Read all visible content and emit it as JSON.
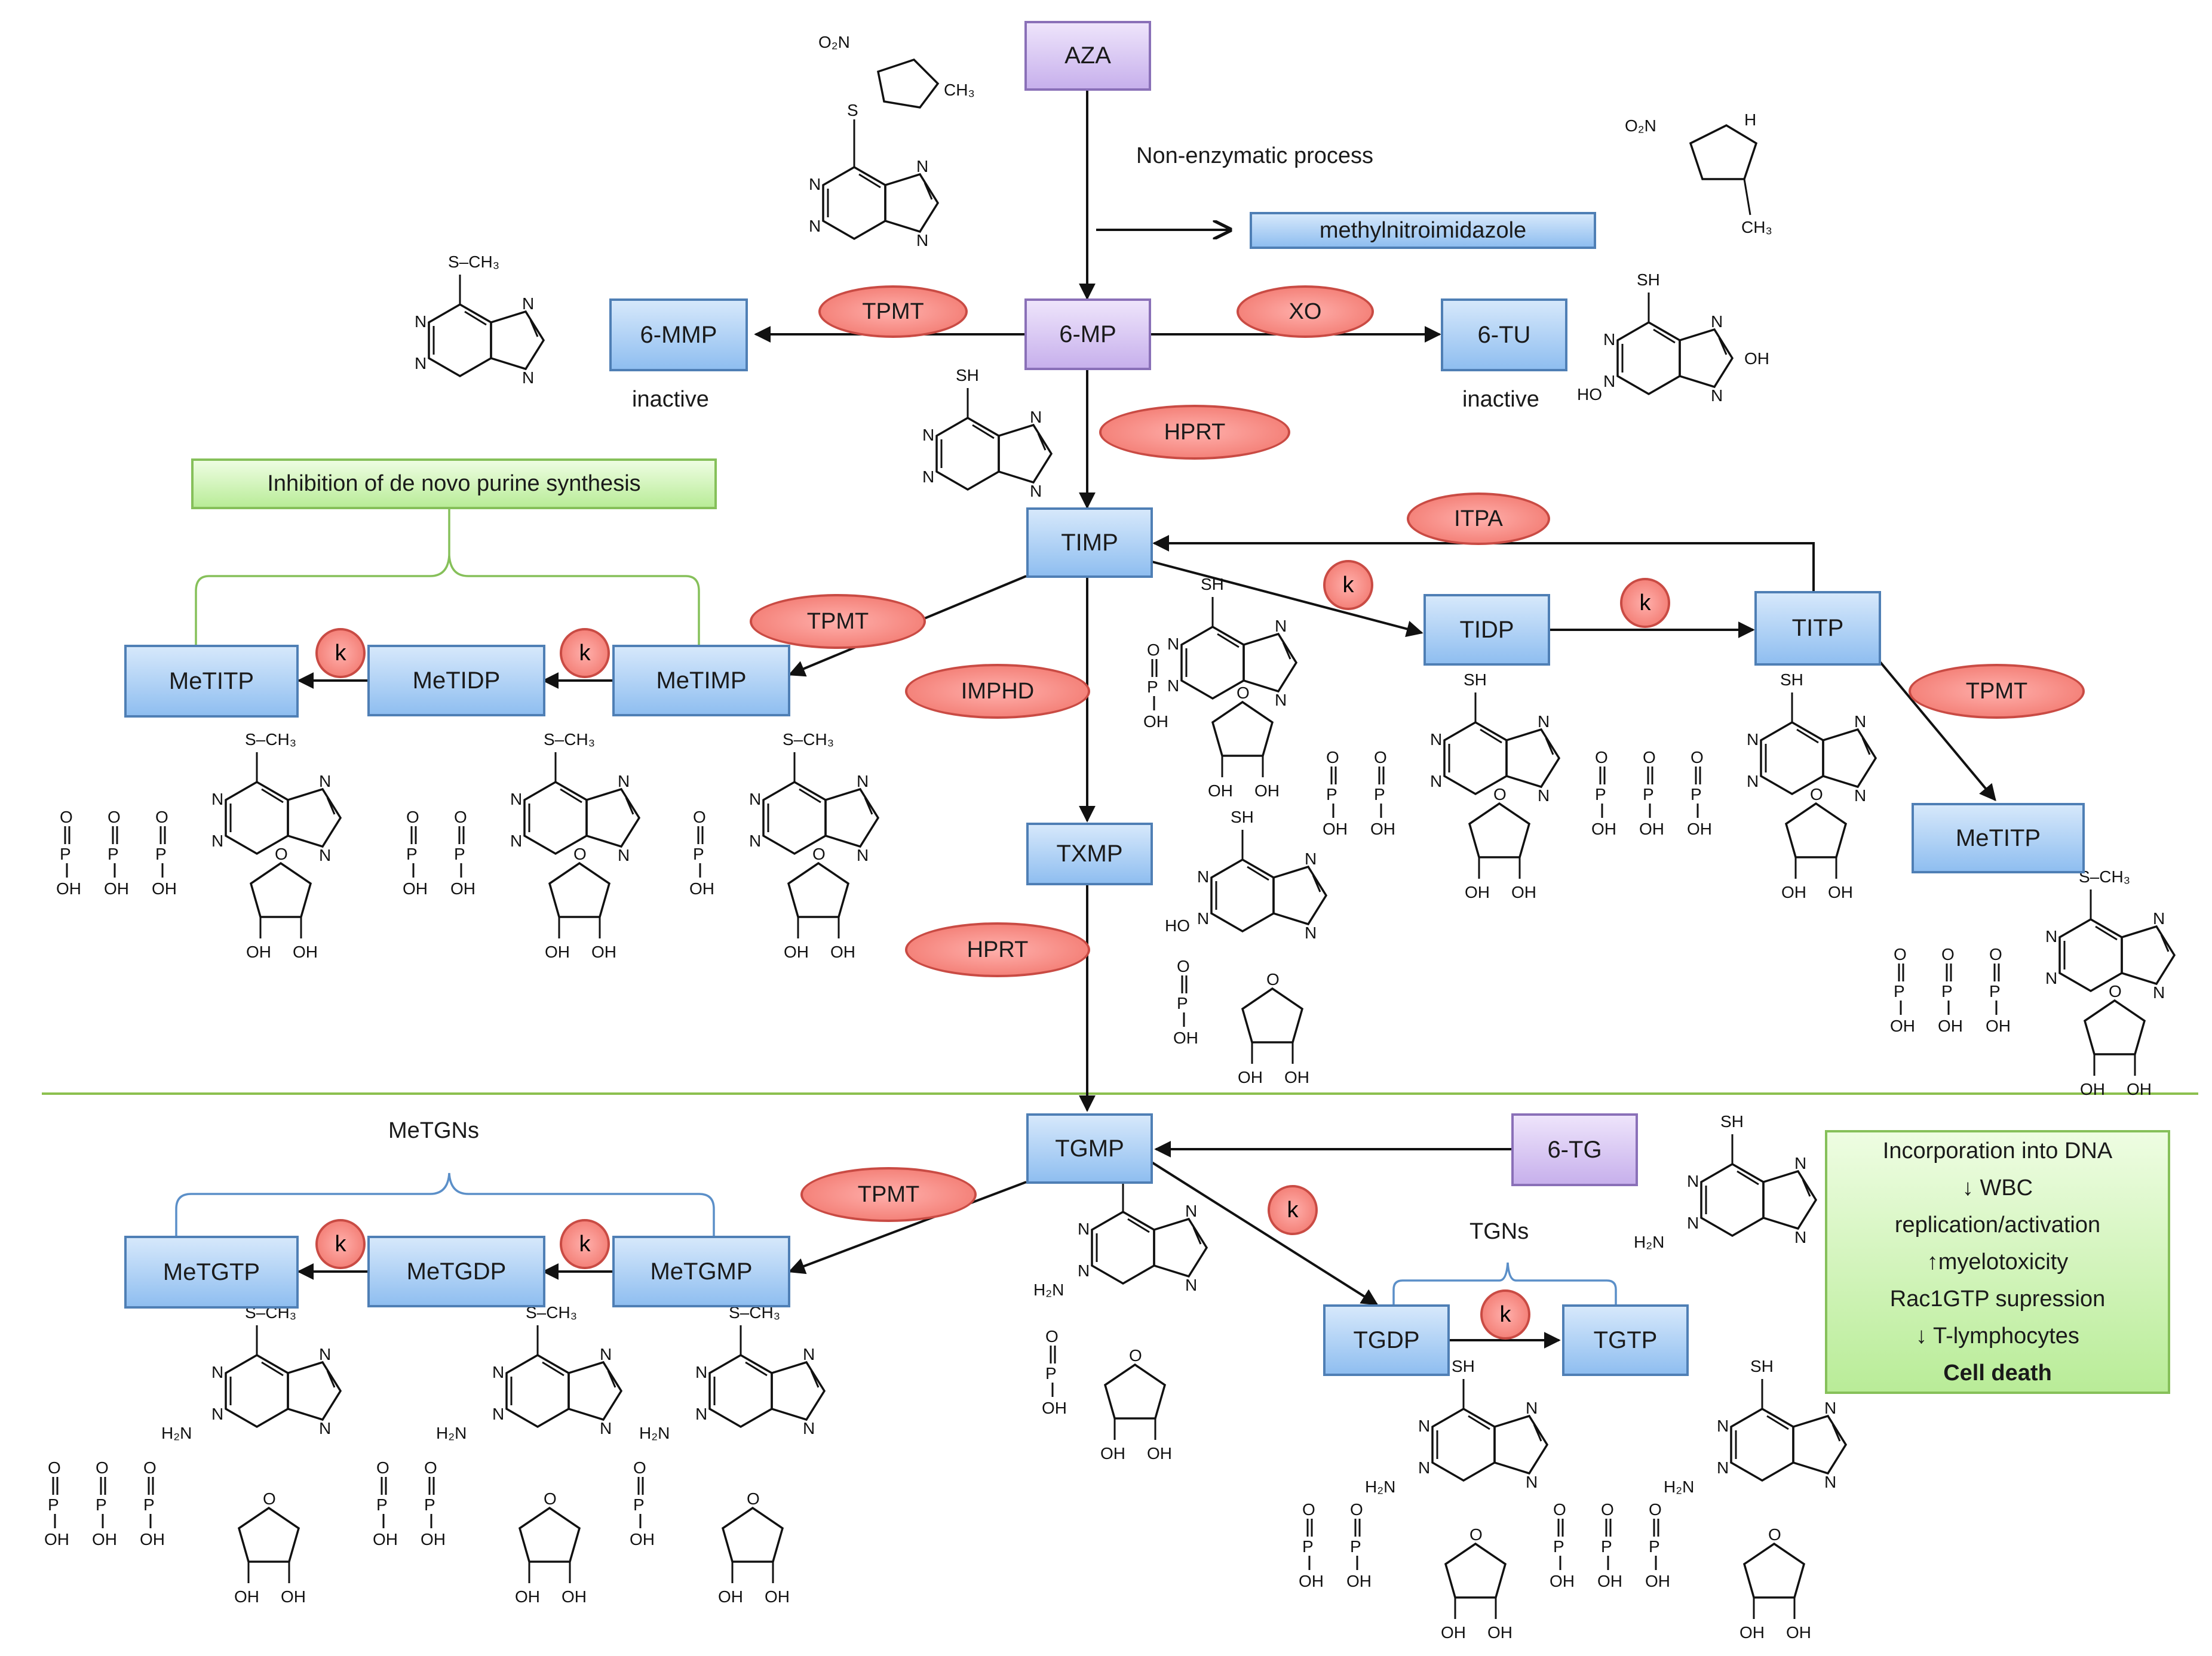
{
  "nodes": {
    "aza": "AZA",
    "mp6": "6-MP",
    "mmp6": "6-MMP",
    "tu6": "6-TU",
    "timp": "TIMP",
    "tidp": "TIDP",
    "titp": "TITP",
    "metitp_right": "MeTITP",
    "metimp": "MeTIMP",
    "metidp": "MeTIDP",
    "metitp_left": "MeTITP",
    "txmp": "TXMP",
    "tgmp": "TGMP",
    "tg6": "6-TG",
    "metgmp": "MeTGMP",
    "metgdp": "MeTGDP",
    "metgtp": "MeTGTP",
    "tgdp": "TGDP",
    "tgtp": "TGTP",
    "methylnitroimidazole": "methylnitroimidazole"
  },
  "enzymes": {
    "tpmt1": "TPMT",
    "xo": "XO",
    "hprt1": "HPRT",
    "itpa": "ITPA",
    "tpmt2": "TPMT",
    "impdh": "IMPHD",
    "tpmt3": "TPMT",
    "hprt2": "HPRT",
    "tpmt4": "TPMT",
    "k": "k"
  },
  "labels": {
    "non_enzymatic": "Non-enzymatic process",
    "inactive_left": "inactive",
    "inactive_right": "inactive",
    "inhibition": "Inhibition of de novo purine synthesis",
    "metgns": "MeTGNs",
    "tgns": "TGNs"
  },
  "outcome": [
    "Incorporation into DNA",
    "↓ WBC",
    "replication/activation",
    "↑myelotoxicity",
    "Rac1GTP supression",
    "↓ T-lymphocytes",
    "Cell death"
  ],
  "chem": {
    "sh": "SH",
    "sch3": "S–CH₃",
    "oh": "OH",
    "ho": "HO",
    "h2n": "H₂N",
    "p": "P",
    "o": "O",
    "n": "N",
    "h": "H",
    "o2n": "O₂N",
    "ch3": "CH₃",
    "s": "S"
  },
  "colors": {
    "blue_fill": "#a9cdf4",
    "purple_fill": "#d9c9f3",
    "green_fill": "#c9f0ae",
    "enzyme_fill": "#f58a82",
    "divider": "#8cc04e"
  }
}
